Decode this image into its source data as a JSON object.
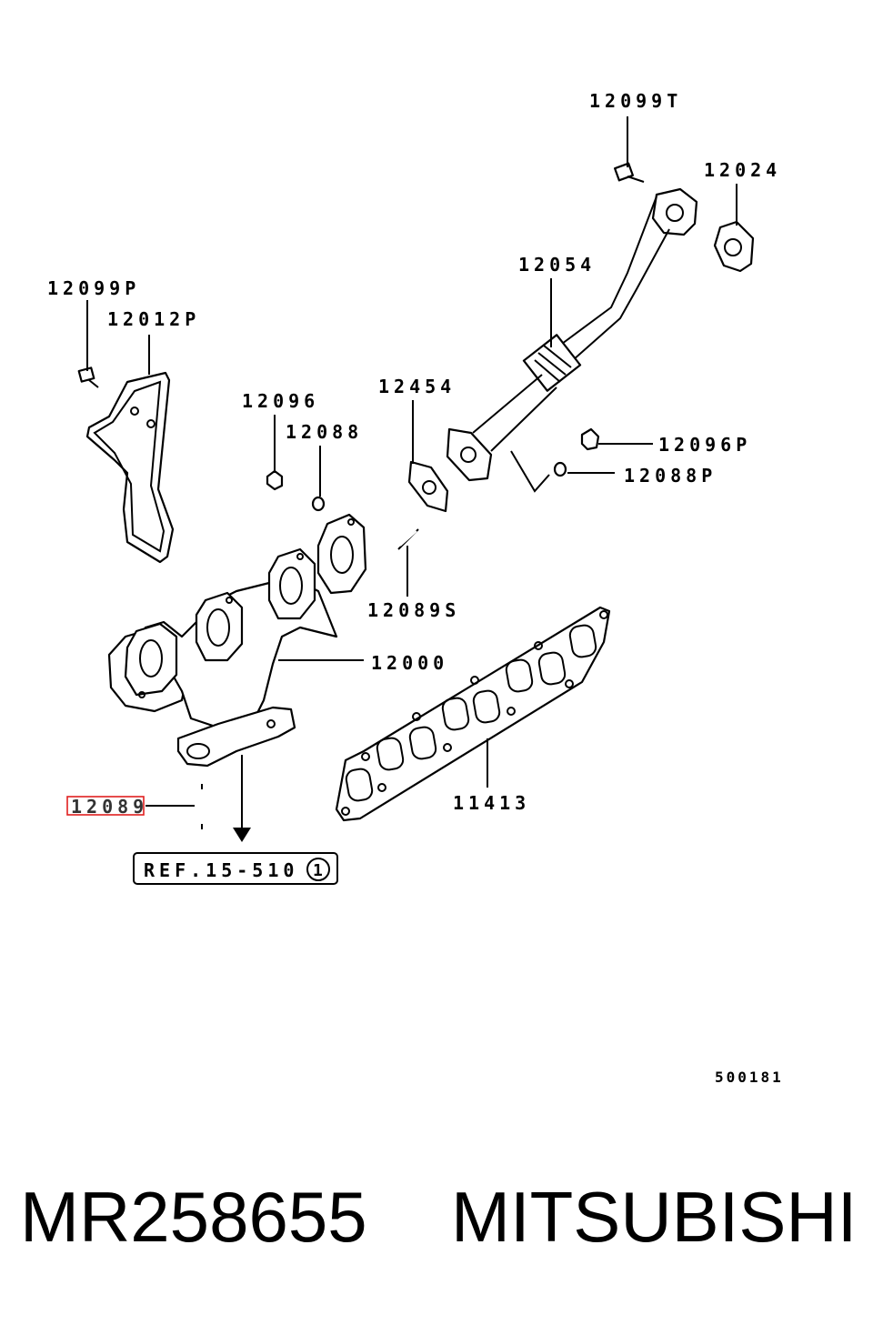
{
  "diagram": {
    "callouts": {
      "c12099T": "12099T",
      "c12024": "12024",
      "c12054": "12054",
      "c12099P": "12099P",
      "c12012P": "12012P",
      "c12454": "12454",
      "c12096": "12096",
      "c12088": "12088",
      "c12096P": "12096P",
      "c12088P": "12088P",
      "c12089S": "12089S",
      "c12000": "12000",
      "c11413": "11413",
      "c12089": "12089"
    },
    "reference": {
      "text": "REF.15-510",
      "circle_number": "1"
    },
    "drawing_code": "500181",
    "highlight_color": "#e02020"
  },
  "footer": {
    "part_number": "MR258655",
    "brand": "MITSUBISHI"
  }
}
